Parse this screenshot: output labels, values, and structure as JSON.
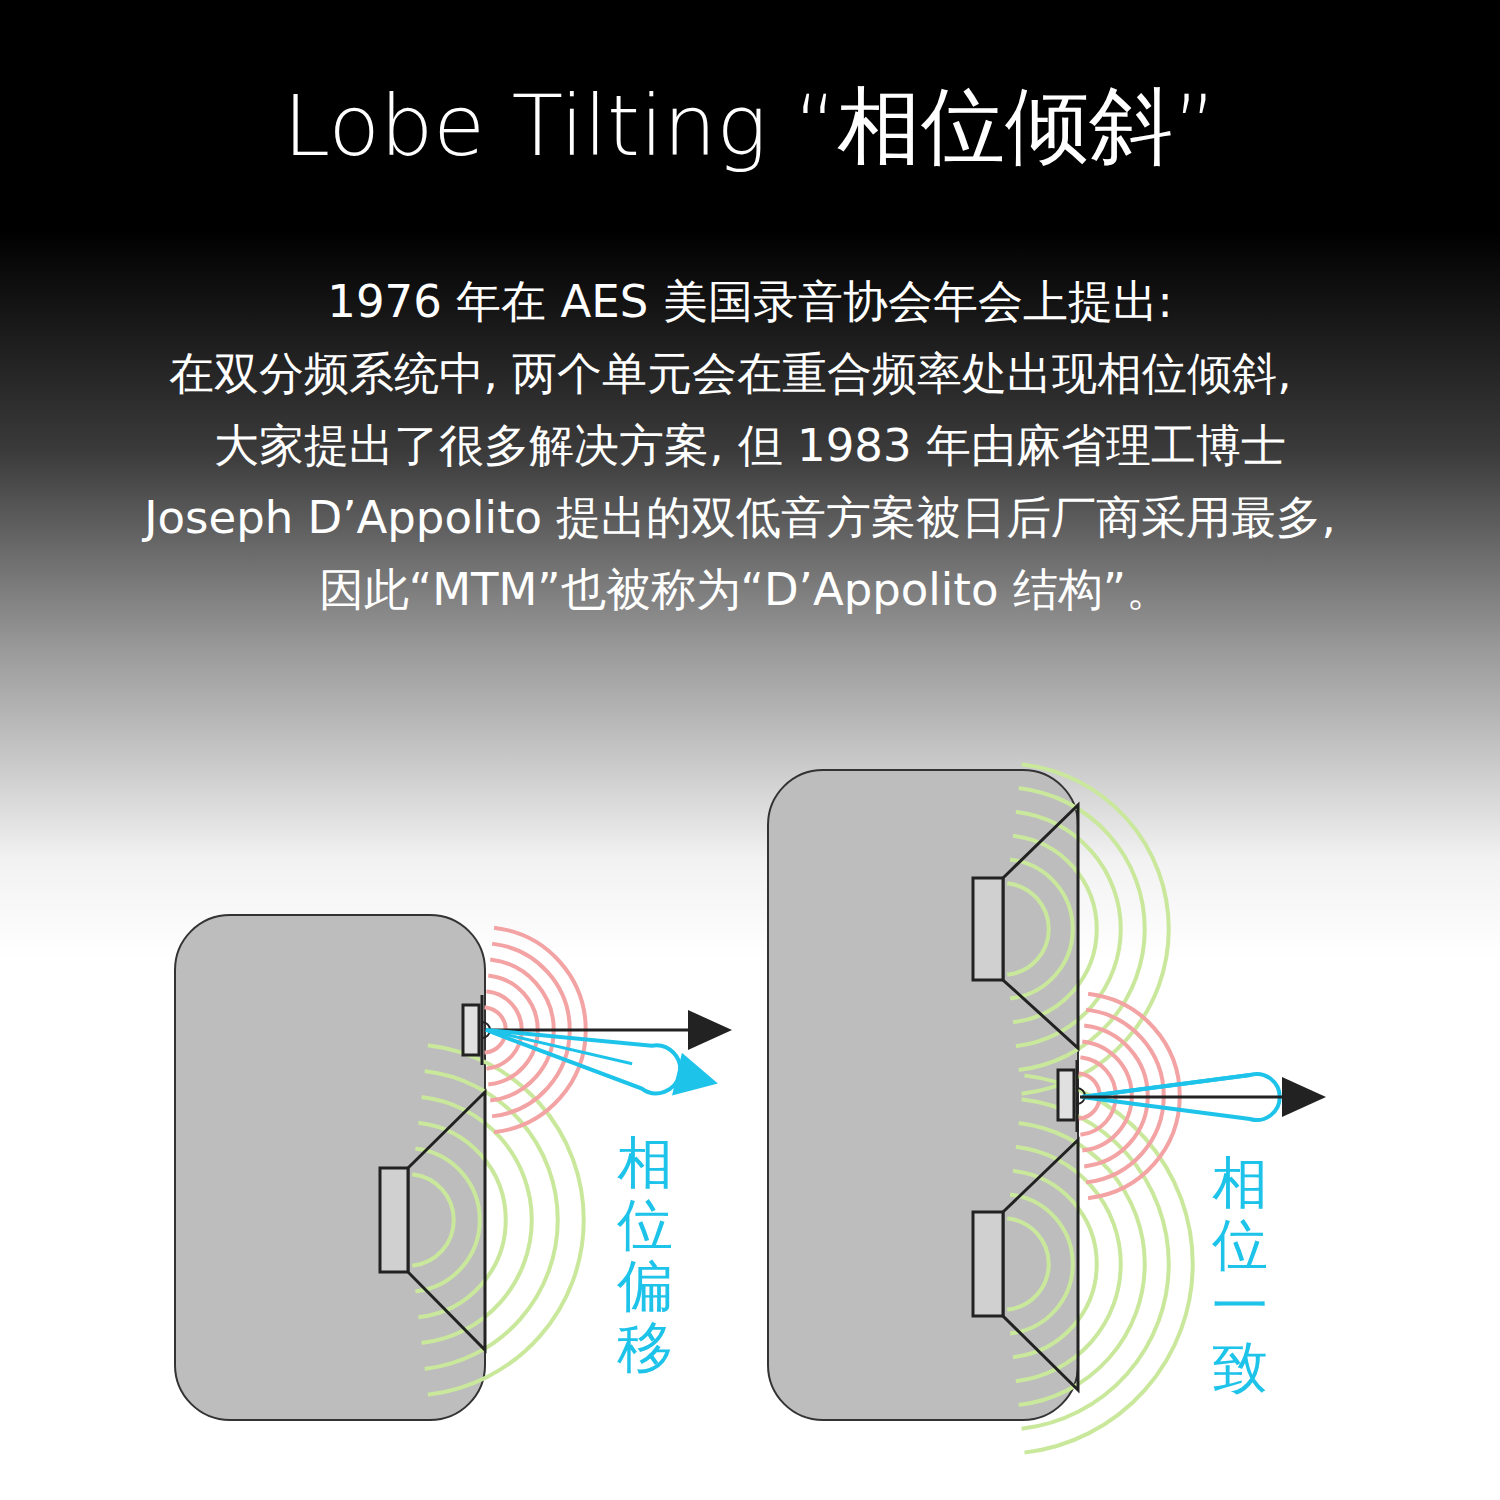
{
  "diagram": {
    "title": "Lobe Tilting “相位倾斜”",
    "labels": [
      "1976 年在 AES 美国录音协会年会上提出:",
      "在双分频系统中, 两个单元会在重合频率处出现相位倾斜,",
      "大家提出了很多解决方案, 但 1983 年由麻省理工博士",
      "Joseph D’Appolito 提出的双低音方案被日后厂商采用最多,",
      "因此“MTM”也被称为“D’Appolito 结构”。",
      "相位偏移",
      "相位一致"
    ]
  }
}
